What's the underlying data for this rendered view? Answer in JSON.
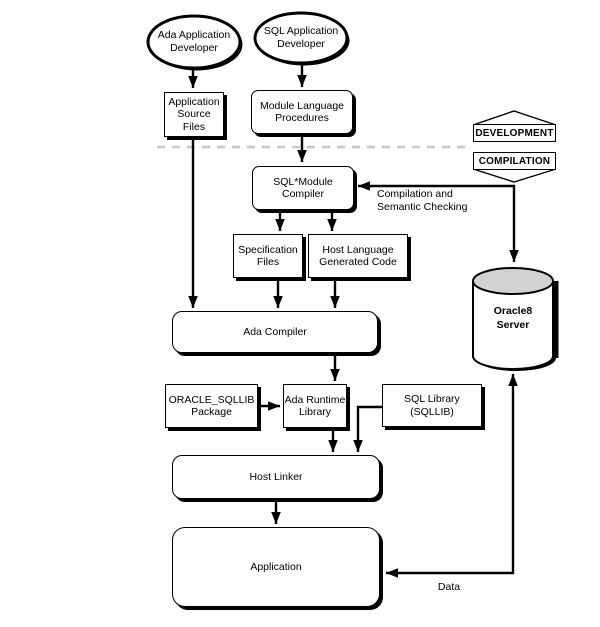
{
  "phases": {
    "development": "DEVELOPMENT",
    "compilation": "COMPILATION"
  },
  "nodes": {
    "ada_developer": {
      "lines": [
        "Ada Application",
        "Developer"
      ]
    },
    "sql_developer": {
      "lines": [
        "SQL Application",
        "Developer"
      ]
    },
    "app_source": {
      "lines": [
        "Application",
        "Source",
        "Files"
      ]
    },
    "module_lang": {
      "lines": [
        "Module Language",
        "Procedures"
      ]
    },
    "sql_module": {
      "lines": [
        "SQL*Module",
        "Compiler"
      ]
    },
    "spec_files": {
      "lines": [
        "Specification",
        "Files"
      ]
    },
    "host_lang": {
      "lines": [
        "Host Language",
        "Generated Code"
      ]
    },
    "ada_compiler": {
      "lines": [
        "Ada Compiler"
      ]
    },
    "oracle_sqllib": {
      "lines": [
        "ORACLE_SQLLIB",
        "Package"
      ]
    },
    "ada_runtime": {
      "lines": [
        "Ada Runtime",
        "Library"
      ]
    },
    "sql_library": {
      "lines": [
        "SQL Library",
        "(SQLLIB)"
      ]
    },
    "host_linker": {
      "lines": [
        "Host Linker"
      ]
    },
    "application": {
      "lines": [
        "Application"
      ]
    },
    "oracle8_server": {
      "lines": [
        "Oracle8",
        "Server"
      ]
    }
  },
  "edge_labels": {
    "compilation_checking": {
      "lines": [
        "Compilation and",
        "Semantic Checking"
      ]
    },
    "data": "Data"
  },
  "colors": {
    "line": "#000000",
    "phase_divider_dash": "#c8c8c8",
    "cylinder_top": "#d2d2d2",
    "background": "#ffffff"
  }
}
